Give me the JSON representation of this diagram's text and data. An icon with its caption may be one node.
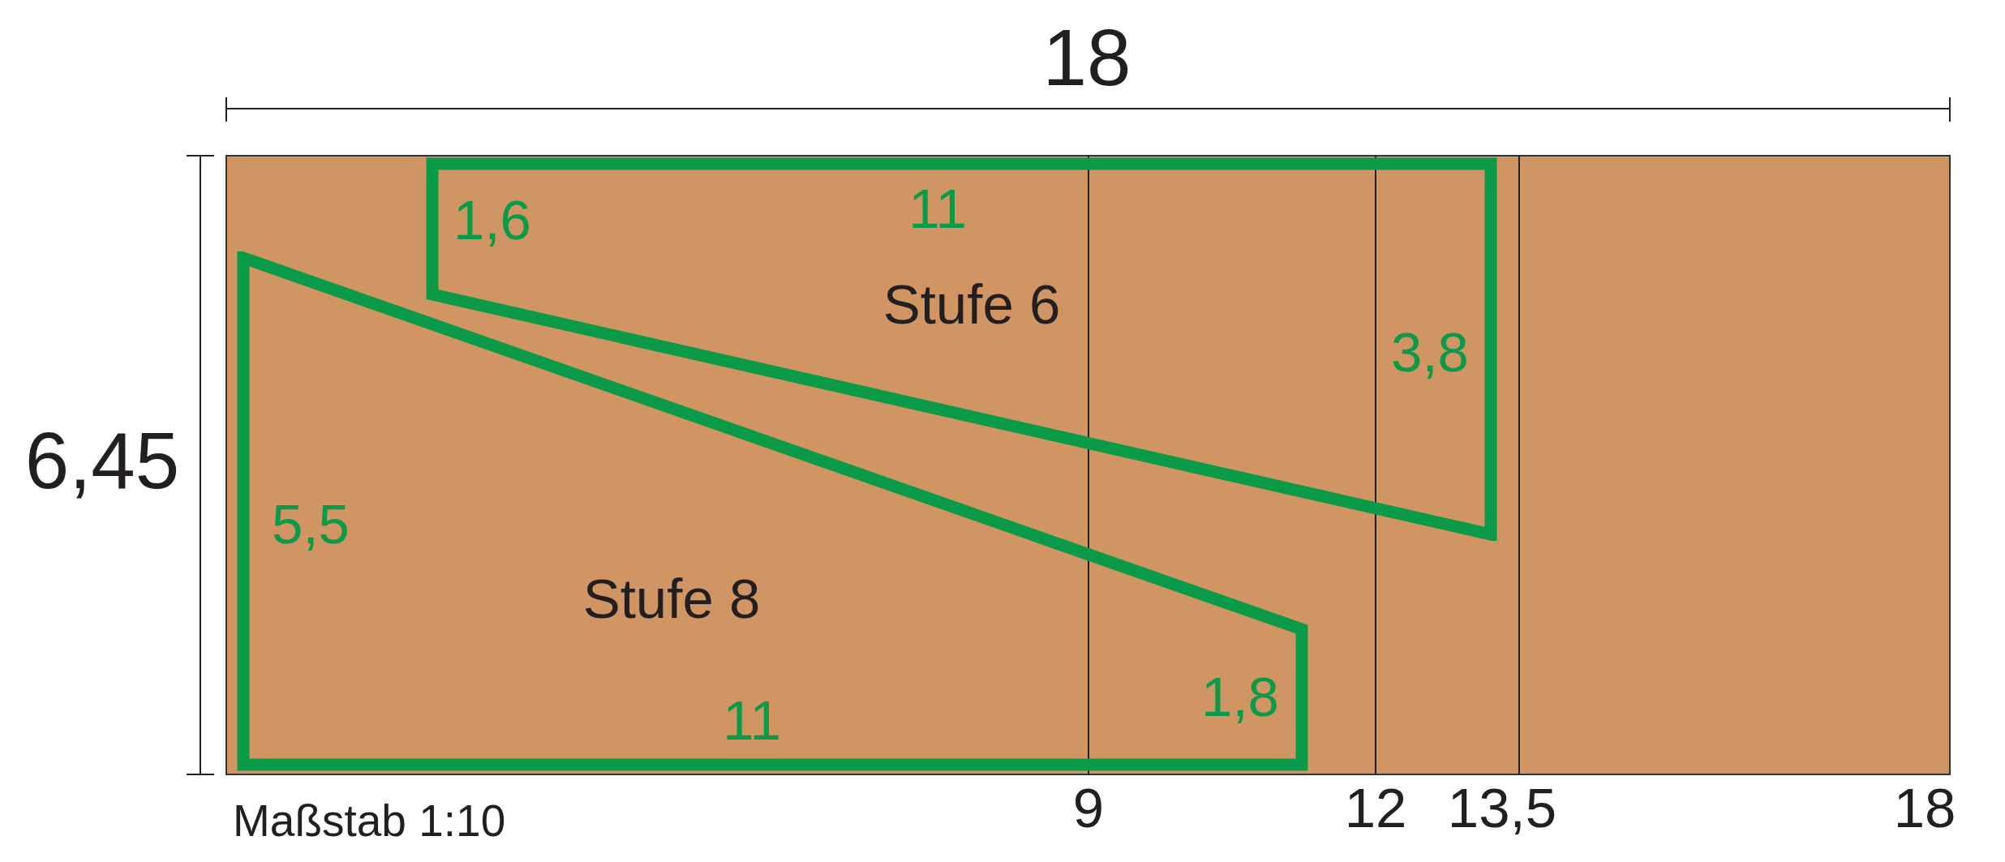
{
  "diagram": {
    "nodes": [
      {
        "text": [
          "Stufe 6",
          "1,6",
          "11",
          "3,8"
        ]
      },
      {
        "text": [
          "Stufe 8",
          "5,5",
          "1,8",
          "11"
        ]
      }
    ],
    "labels": [
      "18",
      "6,45",
      "Maßstab 1:10",
      "9",
      "12",
      "13,5",
      "18"
    ]
  }
}
